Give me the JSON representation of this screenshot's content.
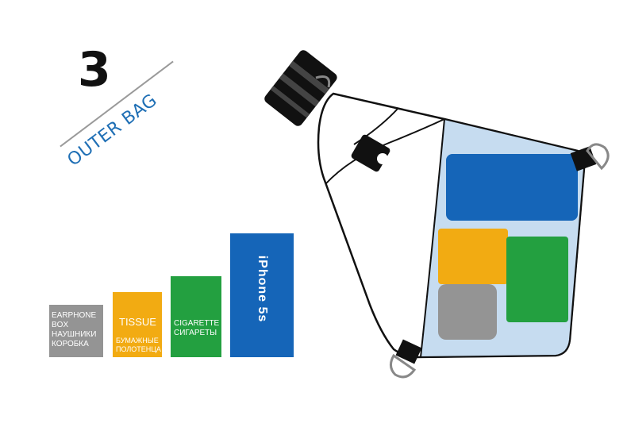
{
  "heading": {
    "number": "3",
    "subtitle": "OUTER BAG"
  },
  "items": [
    {
      "line1": "EARPHONE",
      "line2": "BOX",
      "line3": "НАУШНИКИ",
      "line4": "КОРОБКА",
      "color": "#949494"
    },
    {
      "label": "TISSUE",
      "ru_line1": "БУМАЖНЫЕ",
      "ru_line2": "ПОЛОТЕНЦА",
      "color": "#f2ab12"
    },
    {
      "label": "CIGARETTE",
      "ru": "СИГАРЕТЫ",
      "color": "#23a040"
    },
    {
      "label": "iPhone 5s",
      "color": "#1565b8"
    }
  ],
  "bag": {
    "pocket_color": "#c6dcf0",
    "compartment_colors": [
      "#1565b8",
      "#f2ab12",
      "#23a040",
      "#949494"
    ]
  }
}
